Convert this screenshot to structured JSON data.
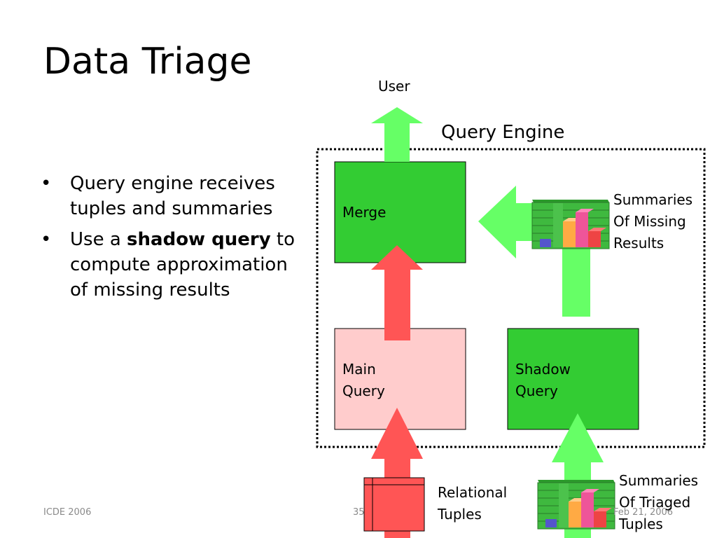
{
  "slide": {
    "title": "Data Triage",
    "bullets": [
      {
        "pre": "Query engine receives tuples and summaries",
        "bold": "",
        "post": ""
      },
      {
        "pre": "Use a ",
        "bold": "shadow query",
        "post": " to compute approximation of missing results"
      }
    ]
  },
  "diagram": {
    "user_label": "User",
    "engine_label": "Query Engine",
    "merge_label": "Merge",
    "main_query_line1": "Main",
    "main_query_line2": "Query",
    "shadow_query_line1": "Shadow",
    "shadow_query_line2": "Query",
    "summaries_missing_line1": "Summaries",
    "summaries_missing_line2": "Of Missing",
    "summaries_missing_line3": "Results",
    "relational_line1": "Relational",
    "relational_line2": "Tuples",
    "summaries_triaged_line1": "Summaries",
    "summaries_triaged_line2": "Of Triaged",
    "summaries_triaged_line3": "Tuples"
  },
  "footer": {
    "left": "ICDE 2006",
    "page": "35",
    "date": "Feb 21, 2006"
  },
  "colors": {
    "green_box": "#33cc33",
    "green_arrow": "#66ff66",
    "red_arrow": "#ff5555",
    "pink_box": "#ffcccc"
  }
}
